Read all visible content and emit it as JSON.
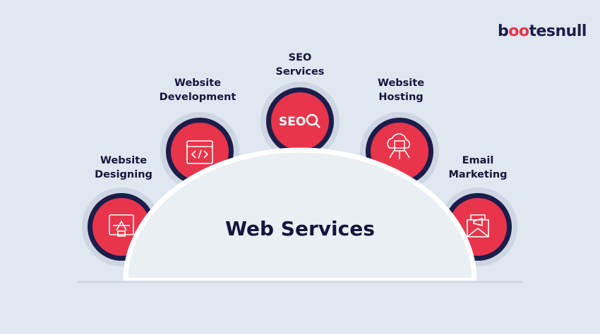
{
  "brand": {
    "prefix": "b",
    "infinity": "oo",
    "suffix": "tesnull"
  },
  "title": "Web Services",
  "services": [
    {
      "label_1": "Website",
      "label_2": "Designing",
      "icon": "design-pen-icon"
    },
    {
      "label_1": "Website",
      "label_2": "Development",
      "icon": "code-window-icon"
    },
    {
      "label_1": "SEO",
      "label_2": "Services",
      "icon": "seo-search-icon"
    },
    {
      "label_1": "Website",
      "label_2": "Hosting",
      "icon": "cloud-server-icon"
    },
    {
      "label_1": "Email",
      "label_2": "Marketing",
      "icon": "email-megaphone-icon"
    }
  ],
  "seo_text": "SEO",
  "colors": {
    "background": "#dfe7f0",
    "accent": "#e8354b",
    "navy": "#1b1d4a",
    "dome": "#e9eff2"
  }
}
